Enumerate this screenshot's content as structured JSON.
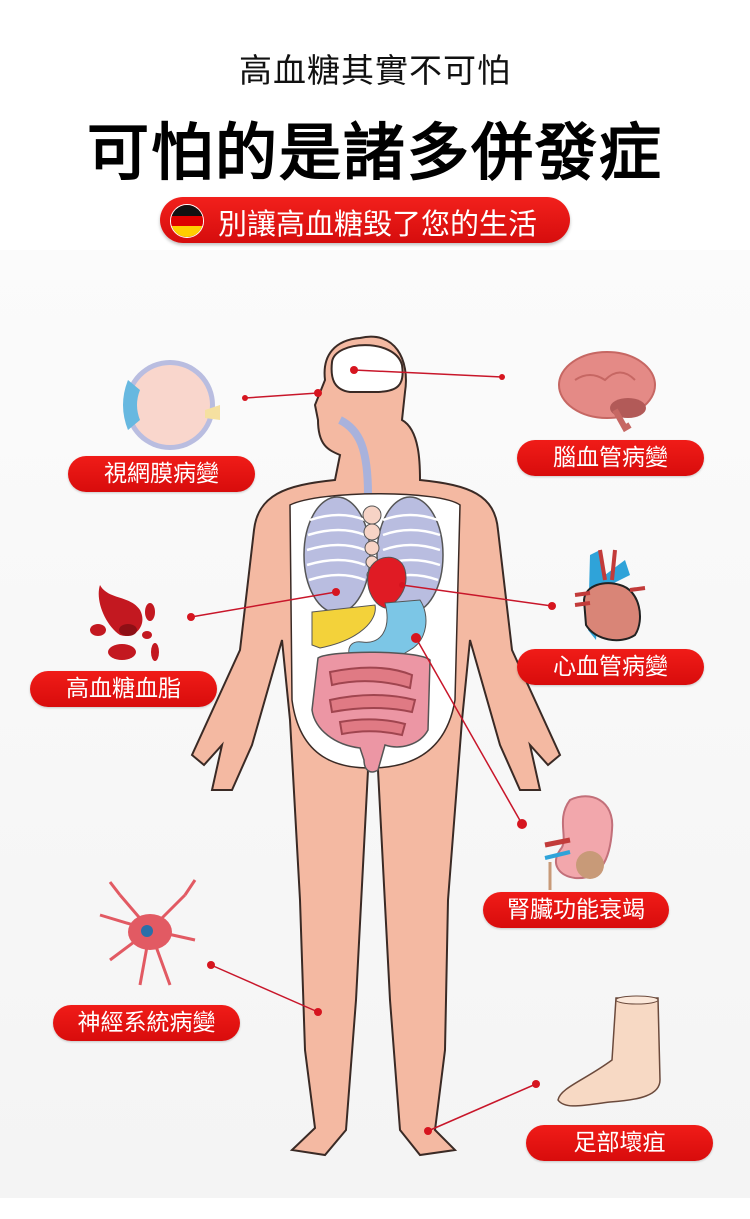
{
  "header": {
    "subtitle": "高血糖其實不可怕",
    "title": "可怕的是諸多併發症",
    "banner": {
      "icon": "germany-flag-icon",
      "text": "別讓高血糖毀了您的生活",
      "color": "#e31212"
    }
  },
  "complications": [
    {
      "id": "retina",
      "label": "視網膜病變",
      "icon": "eye-icon"
    },
    {
      "id": "brain",
      "label": "腦血管病變",
      "icon": "brain-icon"
    },
    {
      "id": "blood",
      "label": "高血糖血脂",
      "icon": "red-blood-cells-icon"
    },
    {
      "id": "heart",
      "label": "心血管病變",
      "icon": "heart-icon"
    },
    {
      "id": "kidney",
      "label": "腎臟功能衰竭",
      "icon": "kidney-icon"
    },
    {
      "id": "nerve",
      "label": "神經系統病變",
      "icon": "neuron-icon"
    },
    {
      "id": "foot",
      "label": "足部壞疽",
      "icon": "foot-icon"
    }
  ],
  "colors": {
    "pill_red": "#e31212",
    "pointer_red": "#c8162a",
    "skin": "#f4b9a2",
    "lungs": "#b9bde0",
    "liver": "#f3d23a",
    "stomach": "#7cc6e6",
    "intestine": "#ec96a4"
  }
}
